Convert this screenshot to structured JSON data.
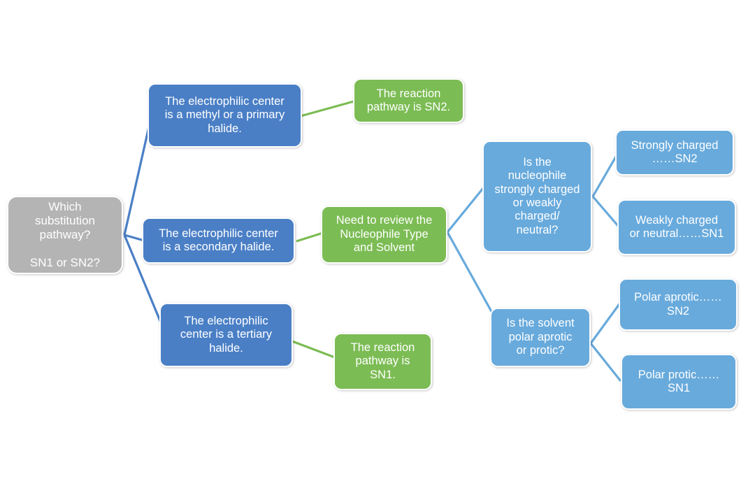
{
  "diagram": {
    "title": "Substitution pathway decision tree (SN1 vs SN2)",
    "colors": {
      "root": "#b4b4b4",
      "blue_dark": "#4a7fc6",
      "blue_light": "#68aadc",
      "green": "#7cbc54",
      "edge_blue_dark": "#4a7fc6",
      "edge_blue_light": "#68aadc",
      "edge_green": "#7cbc54",
      "background": "#ffffff",
      "node_text": "#ffffff"
    },
    "nodes": {
      "root": "Which\nsubstitution\npathway?\n\nSN1 or SN2?",
      "primary_halide": "The electrophilic center\nis a methyl or a primary\nhalide.",
      "secondary_halide": "The electrophilic center\nis a secondary halide.",
      "tertiary_halide": "The electrophilic\ncenter is a tertiary\nhalide.",
      "result_sn2": "The reaction\npathway is SN2.",
      "review_nucleophile": "Need to review the\nNucleophile Type\nand Solvent",
      "result_sn1": "The reaction\npathway is\nSN1.",
      "question_nucleophile": "Is the\nnucleophile\nstrongly charged\nor weakly\ncharged/\nneutral?",
      "question_solvent": "Is the solvent\npolar aprotic\nor protic?",
      "answer_strongly_charged": "Strongly charged\n……SN2",
      "answer_weakly_charged": "Weakly charged\nor neutral……SN1",
      "answer_polar_aprotic": "Polar aprotic……\nSN2",
      "answer_polar_protic": "Polar protic……\nSN1"
    }
  }
}
